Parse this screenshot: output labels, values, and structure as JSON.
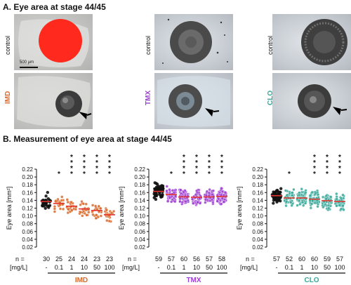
{
  "panel_a": {
    "title": "A. Eye area at stage 44/45",
    "scale_bar_label": "500 µm",
    "columns": [
      {
        "group": "IMD",
        "color": "#d96a2b",
        "top_label": "control",
        "bottom_label": "IMD"
      },
      {
        "group": "TMX",
        "color": "#9d3fd1",
        "top_label": "control",
        "bottom_label": "TMX"
      },
      {
        "group": "CLO",
        "color": "#3aa89a",
        "top_label": "control",
        "bottom_label": "CLO"
      }
    ]
  },
  "panel_b": {
    "title": "B. Measurement of eye area at stage 44/45"
  },
  "chart_data": [
    {
      "type": "scatter",
      "group": "IMD",
      "color": "#d96a2b",
      "ylabel": "Eye area [mm²]",
      "ylim": [
        0.02,
        0.22
      ],
      "yticks": [
        "0.22",
        "0.20",
        "0.18",
        "0.16",
        "0.14",
        "0.12",
        "0.10",
        "0.08",
        "0.06",
        "0.04",
        "0.02"
      ],
      "n_label": "n =",
      "dose_label": "[mg/L]",
      "categories": [
        "-",
        "0.1",
        "1",
        "10",
        "50",
        "100"
      ],
      "n": [
        "30",
        "25",
        "24",
        "24",
        "23",
        "23"
      ],
      "means": [
        0.137,
        0.132,
        0.125,
        0.118,
        0.114,
        0.103
      ],
      "stars": [
        0,
        1,
        4,
        4,
        4,
        4
      ],
      "star_char": "*"
    },
    {
      "type": "scatter",
      "group": "TMX",
      "color": "#9d3fd1",
      "ylabel": "Eye area [mm²]",
      "ylim": [
        0.02,
        0.22
      ],
      "yticks": [
        "0.22",
        "0.20",
        "0.18",
        "0.16",
        "0.14",
        "0.12",
        "0.10",
        "0.08",
        "0.06",
        "0.04",
        "0.02"
      ],
      "n_label": "n =",
      "dose_label": "[mg/L]",
      "categories": [
        "-",
        "0.1",
        "1",
        "10",
        "50",
        "100"
      ],
      "n": [
        "59",
        "57",
        "60",
        "56",
        "57",
        "58"
      ],
      "means": [
        0.163,
        0.155,
        0.149,
        0.148,
        0.149,
        0.15
      ],
      "stars": [
        0,
        1,
        4,
        4,
        4,
        4
      ],
      "star_char": "*"
    },
    {
      "type": "scatter",
      "group": "CLO",
      "color": "#3aa89a",
      "ylabel": "Eye area [mm²]",
      "ylim": [
        0.02,
        0.22
      ],
      "yticks": [
        "0.22",
        "0.20",
        "0.18",
        "0.16",
        "0.14",
        "0.12",
        "0.10",
        "0.08",
        "0.06",
        "0.04",
        "0.02"
      ],
      "n_label": "n =",
      "dose_label": "[mg/L]",
      "categories": [
        "-",
        "0.1",
        "1",
        "10",
        "50",
        "100"
      ],
      "n": [
        "57",
        "52",
        "60",
        "60",
        "59",
        "57"
      ],
      "means": [
        0.152,
        0.146,
        0.146,
        0.143,
        0.139,
        0.137
      ],
      "stars": [
        0,
        1,
        0,
        4,
        4,
        4
      ],
      "star_char": "*"
    }
  ]
}
